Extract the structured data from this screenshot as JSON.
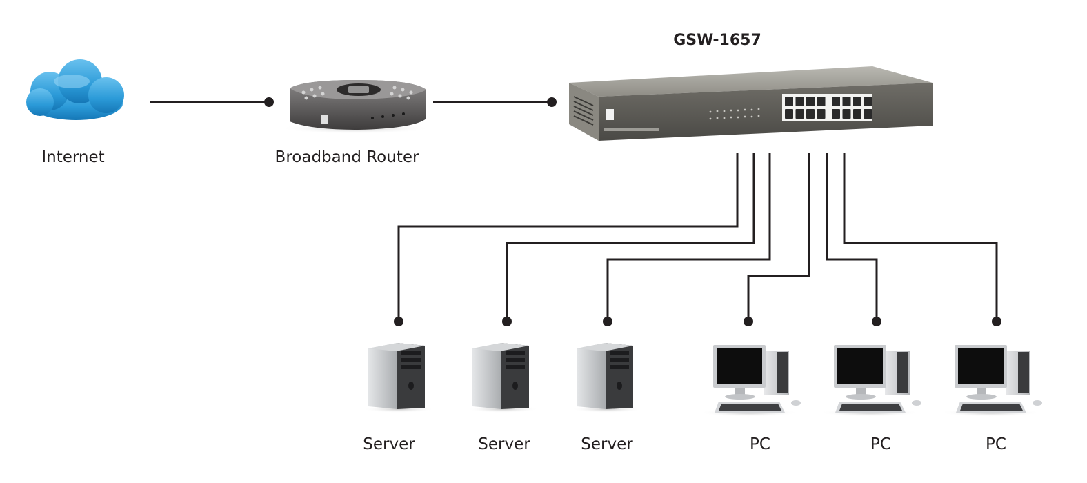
{
  "switch": {
    "model": "GSW-1657"
  },
  "nodes": {
    "internet": "Internet",
    "router": "Broadband Router",
    "servers": [
      "Server",
      "Server",
      "Server"
    ],
    "pcs": [
      "PC",
      "PC",
      "PC"
    ]
  },
  "colors": {
    "line": "#231f20",
    "cloud": "#2b9ad8",
    "switch_body": "#7d7b74",
    "router_body": "#5f5d5d",
    "server_body": "#c2c4c6",
    "monitor_screen": "#111111"
  }
}
